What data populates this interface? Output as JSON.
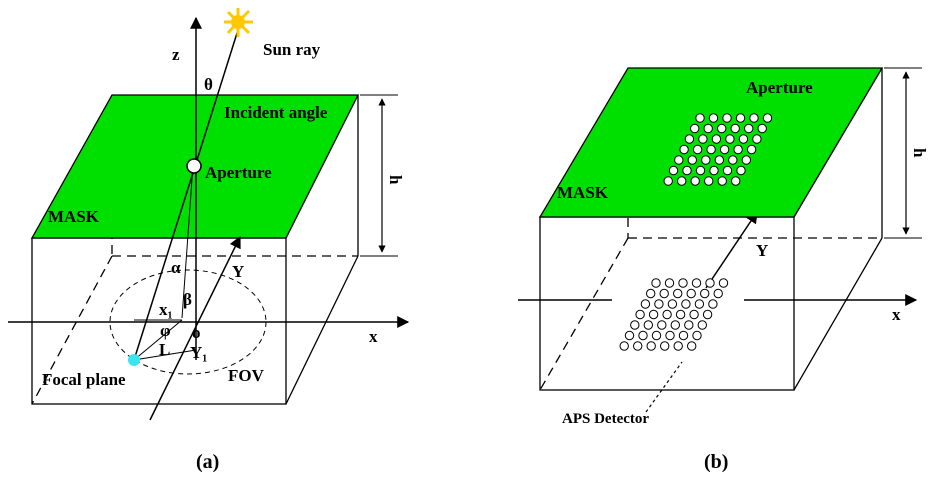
{
  "panel_a": {
    "labels": {
      "z": "z",
      "sun_ray": "Sun ray",
      "theta": "θ",
      "incident_angle": "Incident angle",
      "aperture": "Aperture",
      "h": "h",
      "mask": "MASK",
      "alpha": "α",
      "y": "Y",
      "beta": "β",
      "x1": "x₁",
      "phi": "φ",
      "o": "o",
      "l": "L",
      "y1": "Y₁",
      "x": "x",
      "focal_plane": "Focal plane",
      "fov": "FOV"
    },
    "caption_open": "(",
    "caption_letter": "a",
    "caption_close": ")"
  },
  "panel_b": {
    "labels": {
      "aperture": "Aperture",
      "h": "h",
      "mask": "MASK",
      "y": "Y",
      "x": "x",
      "aps_detector": "APS Detector"
    },
    "caption_open": "(",
    "caption_letter": "b",
    "caption_close": ")"
  },
  "colors": {
    "mask": "#00e000",
    "sun": "#ffc800",
    "focal_spot": "#39e6f0",
    "line": "#000000"
  }
}
